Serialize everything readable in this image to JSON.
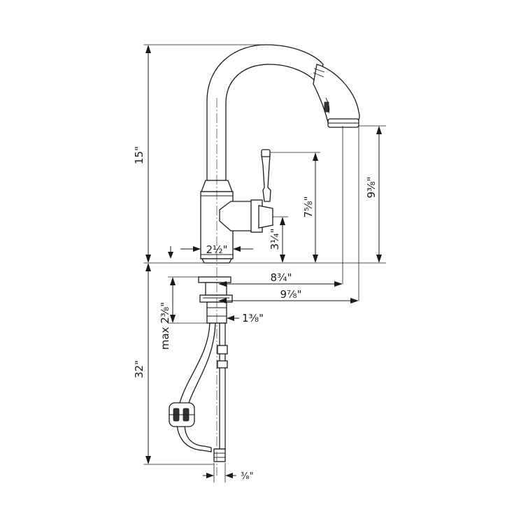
{
  "dimensions": {
    "total_height": "15\"",
    "spout_clearance": "9³⁄₈\"",
    "handle_height": "7⁵⁄₈\"",
    "handle_base_height": "3¹⁄₄\"",
    "base_diameter": "2¹⁄₂\"",
    "spout_reach": "8¾\"",
    "overall_reach": "9⁷⁄₈\"",
    "max_deck_thickness": "max 2³⁄₈\"",
    "shank_diameter": "1³⁄₈\"",
    "hose_length": "32\"",
    "connection_size": "³⁄₈\""
  }
}
